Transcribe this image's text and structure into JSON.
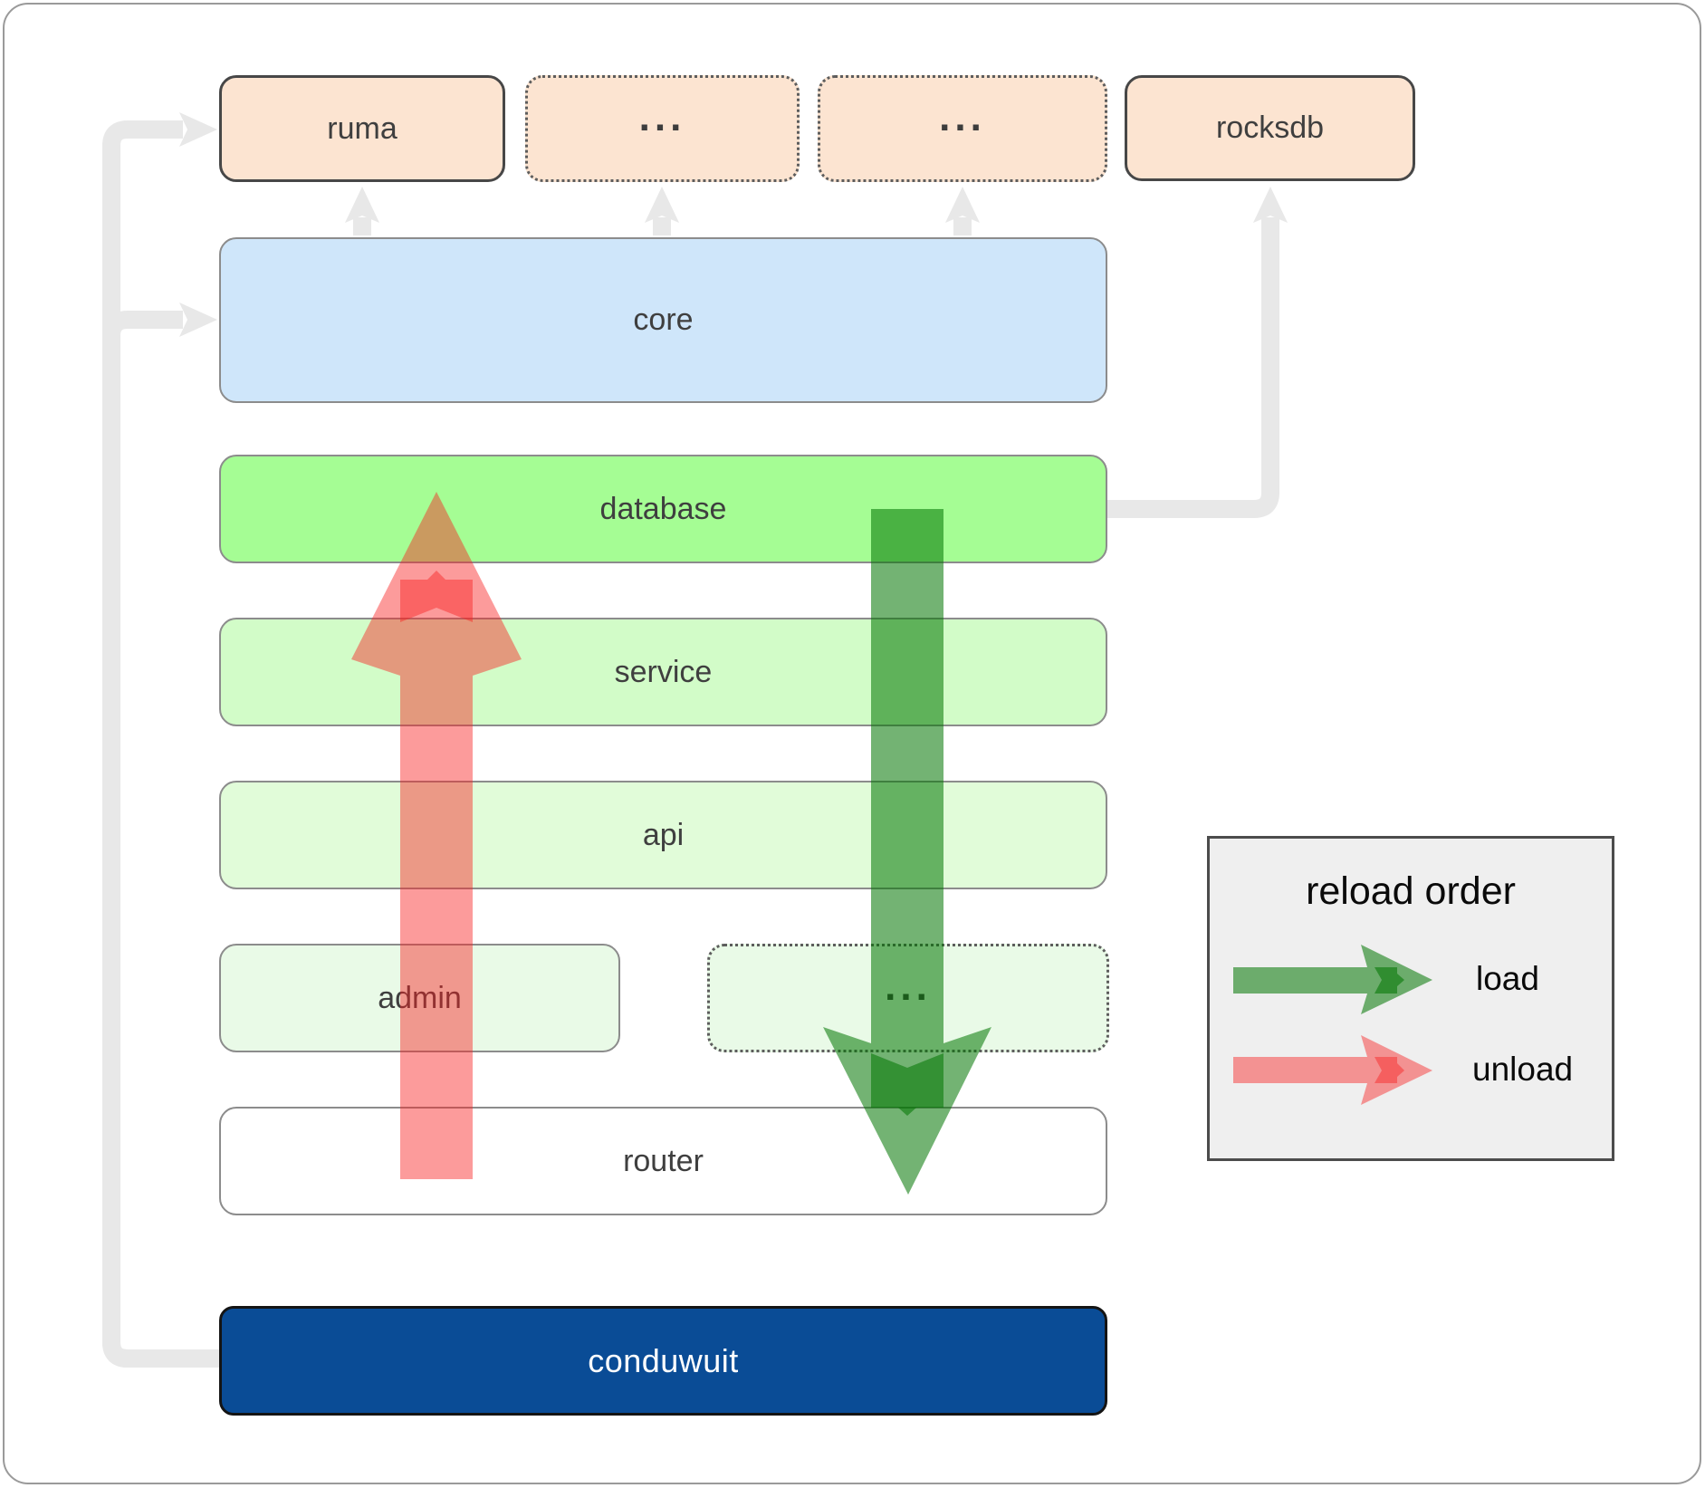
{
  "boxes": {
    "ruma": {
      "label": "ruma"
    },
    "ellipsis1": {
      "label": "..."
    },
    "ellipsis2": {
      "label": "..."
    },
    "rocksdb": {
      "label": "rocksdb"
    },
    "core": {
      "label": "core"
    },
    "database": {
      "label": "database"
    },
    "service": {
      "label": "service"
    },
    "api": {
      "label": "api"
    },
    "admin": {
      "label": "admin"
    },
    "ellipsis3": {
      "label": "..."
    },
    "router": {
      "label": "router"
    },
    "conduwuit": {
      "label": "conduwuit"
    }
  },
  "legend": {
    "title": "reload order",
    "load_label": "load",
    "unload_label": "unload"
  },
  "colors": {
    "load_arrow_green": "#007400",
    "unload_arrow_red": "#f92121",
    "connector_gray": "#e8e8e8",
    "peach_fill": "#fce4d1",
    "core_blue_fill": "#cfe6fa",
    "database_green_fill": "#a5fd94",
    "service_green_fill": "#d2fcc8",
    "api_green_fill": "#e1fcd9",
    "admin_green_fill": "#e9fae7",
    "conduwuit_navy_fill": "#0a4c96",
    "legend_bg": "#efefef"
  }
}
